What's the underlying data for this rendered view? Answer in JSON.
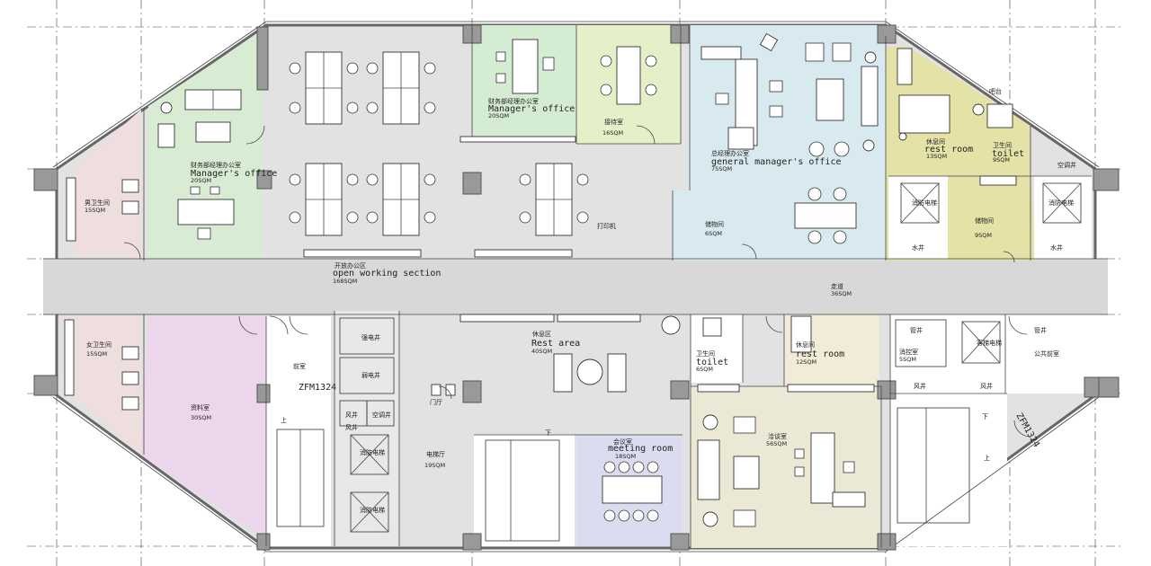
{
  "colors": {
    "corridor": "#d8d8d8",
    "green_office": "#d8ecd4",
    "pink_toilet": "#efdede",
    "mint_office": "#d4ecd2",
    "lime_room": "#e6f0c8",
    "blue_gm": "#d8eaf0",
    "yellow_rest": "#e4e2a6",
    "lavender_archive": "#ecd6ec",
    "beige_reception": "#ece8d6",
    "periwinkle_meeting": "#dcdcf0",
    "light_rest": "#f0ecd8",
    "wall": "#999999"
  },
  "rooms": [
    {
      "key": "mens_toilet",
      "zh": "男卫生间",
      "area": "15SQM"
    },
    {
      "key": "finance_manager_left",
      "zh": "财务部经理办公室",
      "en": "Manager's office",
      "area": "20SQM"
    },
    {
      "key": "finance_manager_top",
      "zh": "财务部经理办公室",
      "en": "Manager's office",
      "area": "20SQM"
    },
    {
      "key": "reception_small",
      "zh": "接待室",
      "area": "16SQM"
    },
    {
      "key": "general_manager",
      "zh": "总经理办公室",
      "en": "general manager's office",
      "area": "75SQM"
    },
    {
      "key": "gm_rest_room",
      "zh": "休息间",
      "en": "rest room",
      "area": "13SQM"
    },
    {
      "key": "gm_toilet",
      "zh": "卫生间",
      "en": "toilet",
      "area": "9SQM"
    },
    {
      "key": "storage",
      "zh": "储物间",
      "area": "6SQM"
    },
    {
      "key": "shaft_room",
      "zh": "储物间",
      "area": "9SQM"
    },
    {
      "key": "open_working",
      "zh": "开放办公区",
      "en": "open working section",
      "area": "168SQM"
    },
    {
      "key": "corridor",
      "zh": "走道",
      "area": "36SQM"
    },
    {
      "key": "womens_toilet",
      "zh": "女卫生间",
      "area": "15SQM"
    },
    {
      "key": "archive",
      "zh": "资料室",
      "area": "30SQM"
    },
    {
      "key": "rest_area",
      "zh": "休息区",
      "en": "Rest area",
      "area": "40SQM"
    },
    {
      "key": "toilet_small",
      "zh": "卫生间",
      "en": "toilet",
      "area": "6SQM"
    },
    {
      "key": "rest_room_small",
      "zh": "休息间",
      "en": "rest room",
      "area": "12SQM"
    },
    {
      "key": "reception_hall",
      "zh": "洽谈室",
      "area": "56SQM"
    },
    {
      "key": "meeting_room",
      "zh": "会议室",
      "en": "meeting room",
      "area": "18SQM"
    },
    {
      "key": "elec_room",
      "zh": "电梯厅",
      "area": "19SQM"
    },
    {
      "key": "fire_room",
      "zh": "消控室",
      "area": "5SQM"
    }
  ],
  "small_labels": {
    "front_room": "前室",
    "strong_current": "强电井",
    "weak_current": "弱电井",
    "air_shaft": "空调井",
    "wind": "风井",
    "wind2": "风井",
    "water_well": "水井",
    "water_well2": "水井",
    "fire_elevator": "消防电梯",
    "fire_elevator2": "消防电梯",
    "fire_elevator3": "消防电梯",
    "fire_elevator4": "消防电梯",
    "passenger_elevator": "客梯电梯",
    "air_shaft_right": "空调井",
    "public_area": "公共前室",
    "bar": "吧台",
    "printer": "打印机",
    "door_hall": "门厅",
    "up": "上",
    "down": "下",
    "down2": "下",
    "up2": "上",
    "wind3": "风井",
    "wind4": "风井",
    "mgmt": "管井",
    "mgmt2": "管井"
  },
  "tags": {
    "door_tag_left": "ZFM1324",
    "door_tag_right": "ZFM1324"
  }
}
